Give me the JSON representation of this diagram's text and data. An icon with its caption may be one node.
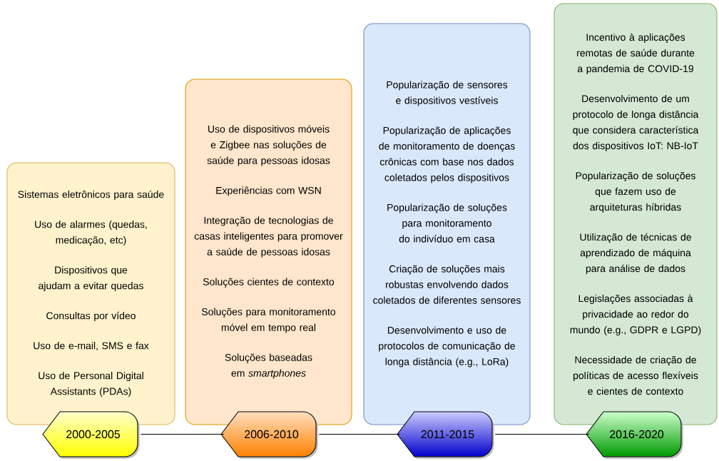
{
  "diagram": {
    "nodes": [
      {
        "text": [
          "Sistemas eletrônicos para saúde",
          "Uso de alarmes (quedas, medicação, etc)",
          "Dispositivos que ajudam a evitar quedas",
          "Consultas por vídeo",
          "Uso de e-mail, SMS e fax",
          "Uso de Personal Digital Assistants (PDAs)"
        ]
      },
      {
        "text": [
          "Uso de dispositivos móveis e Zigbee nas soluções de saúde para pessoas idosas",
          "Experiências com WSN",
          "Integração de tecnologias de casas inteligentes para promover a saúde de pessoas idosas",
          "Soluções cientes de contexto",
          "Soluções para monitoramento móvel em tempo real",
          "Soluções baseadas em *smartphones*"
        ]
      },
      {
        "text": [
          "Popularização de sensores e dispositivos vestíveis",
          "Popularização de aplicações de monitoramento de doenças crônicas com base nos dados coletados pelos dispositivos",
          "Popularização de soluções para monitoramento do indivíduo em casa",
          "Criação de soluções mais robustas envolvendo dados coletados de diferentes sensores",
          "Desenvolvimento e uso de protocolos de comunicação de longa distância (e.g., LoRa)"
        ]
      },
      {
        "text": [
          "Incentivo à aplicações remotas de saúde durante a pandemia de COVID-19",
          "Desenvolvimento de um protocolo de longa distância que considera característica dos dispositivos IoT: NB-IoT",
          "Popularização de soluções que fazem uso de arquiteturas híbridas",
          "Utilização de técnicas de aprendizado de máquina para análise de dados",
          "Legislações associadas à privacidade ao redor do mundo (e.g., GDPR e LGPD)",
          "Necessidade de criação de políticas de acesso flexíveis e cientes de contexto"
        ]
      },
      {
        "text": [
          "2000-2005"
        ]
      },
      {
        "text": [
          "2006-2010"
        ]
      },
      {
        "text": [
          "2011-2015"
        ]
      },
      {
        "text": [
          "2016-2020"
        ]
      }
    ],
    "edges": [
      {
        "from": 4,
        "to": 5,
        "arrow": "none"
      },
      {
        "from": 5,
        "to": 6,
        "arrow": "none"
      },
      {
        "from": 6,
        "to": 7,
        "arrow": "none"
      }
    ]
  }
}
